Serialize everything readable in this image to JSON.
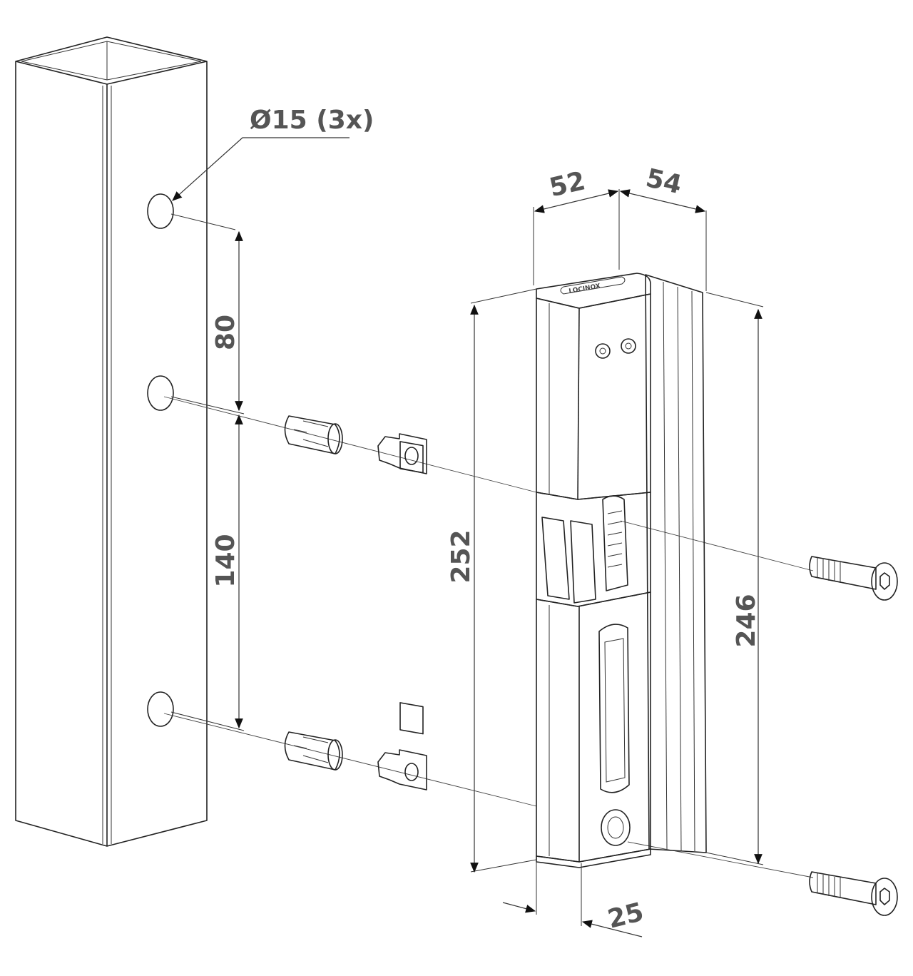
{
  "dimensions": {
    "hole_diameter": "Ø15 (3x)",
    "width_a": "52",
    "width_b": "54",
    "spacing_upper": "80",
    "spacing_lower": "140",
    "height_total": "252",
    "height_profile": "246",
    "depth": "25"
  },
  "logo_text": "LOCINOX",
  "colors": {
    "line": "#222222",
    "dimension_text": "#555555",
    "part_fill": "#f3f3f3",
    "background": "#ffffff"
  }
}
